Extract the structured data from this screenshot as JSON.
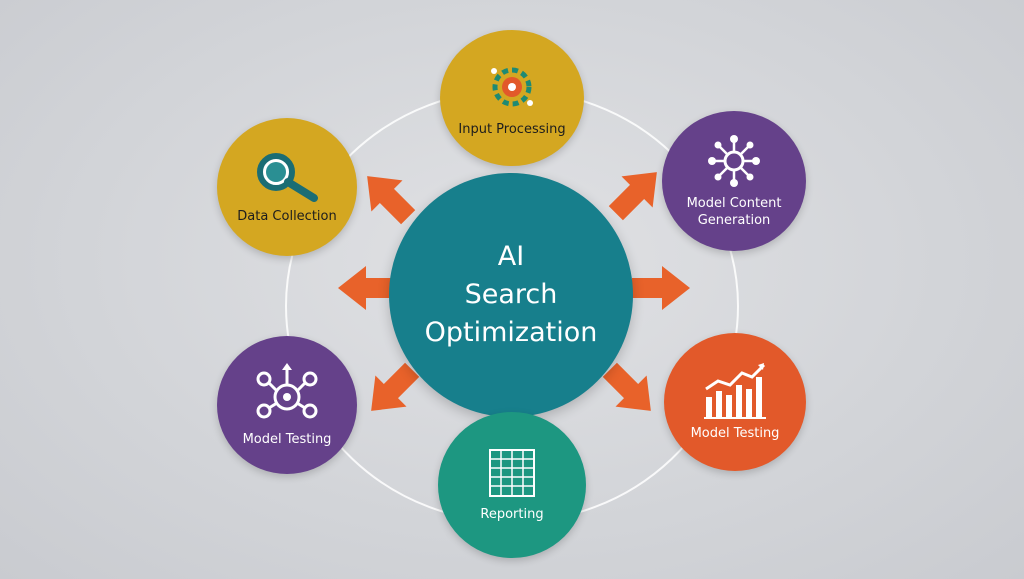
{
  "colors": {
    "center": "#177f8c",
    "mustard": "#d4a721",
    "purple": "#65418a",
    "orange": "#e2592a",
    "teal": "#1d9781",
    "arrow": "#e8622a",
    "ring": "#ffffff"
  },
  "center": {
    "title": "AI\nSearch\nOptimization"
  },
  "nodes": [
    {
      "key": "input",
      "label": "Input Processing",
      "color": "mustard",
      "icon": "gear-cluster-icon",
      "text_color": "#1d1d1d"
    },
    {
      "key": "data",
      "label": "Data Collection",
      "color": "mustard",
      "icon": "magnifier-icon",
      "text_color": "#1d1d1d"
    },
    {
      "key": "generation",
      "label": "Model Content\nGeneration",
      "color": "purple",
      "icon": "network-icon",
      "text_color": "#ffffff"
    },
    {
      "key": "testing-left",
      "label": "Model Testing",
      "color": "purple",
      "icon": "gears-icon",
      "text_color": "#ffffff"
    },
    {
      "key": "testing-right",
      "label": "Model Testing",
      "color": "orange",
      "icon": "bar-chart-icon",
      "text_color": "#ffffff"
    },
    {
      "key": "reporting",
      "label": "Reporting",
      "color": "teal",
      "icon": "grid-report-icon",
      "text_color": "#ffffff"
    }
  ]
}
